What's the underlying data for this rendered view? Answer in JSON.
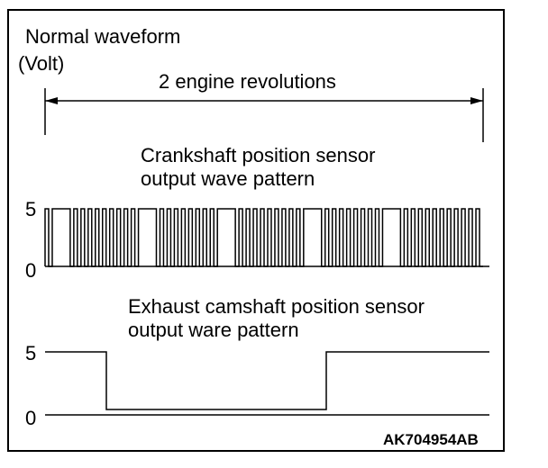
{
  "title": "Normal waveform",
  "unit": "(Volt)",
  "span_label": "2 engine revolutions",
  "crank": {
    "caption_line1": "Crankshaft position sensor",
    "caption_line2": "output wave pattern",
    "high_label": "5",
    "low_label": "0",
    "high_volts": 5,
    "low_volts": 0,
    "teeth_per_segment": [
      2,
      10,
      9,
      10,
      9,
      11
    ],
    "missing_tooth_gaps": 5
  },
  "cam": {
    "caption_line1": "Exhaust camshaft position sensor",
    "caption_line2": "output ware pattern",
    "high_label": "5",
    "low_label": "0",
    "high_volts": 5,
    "low_volts": 0,
    "levels": [
      5,
      0,
      5
    ]
  },
  "figure_id": "AK704954AB",
  "colors": {
    "line": "#000000",
    "background": "#ffffff"
  }
}
